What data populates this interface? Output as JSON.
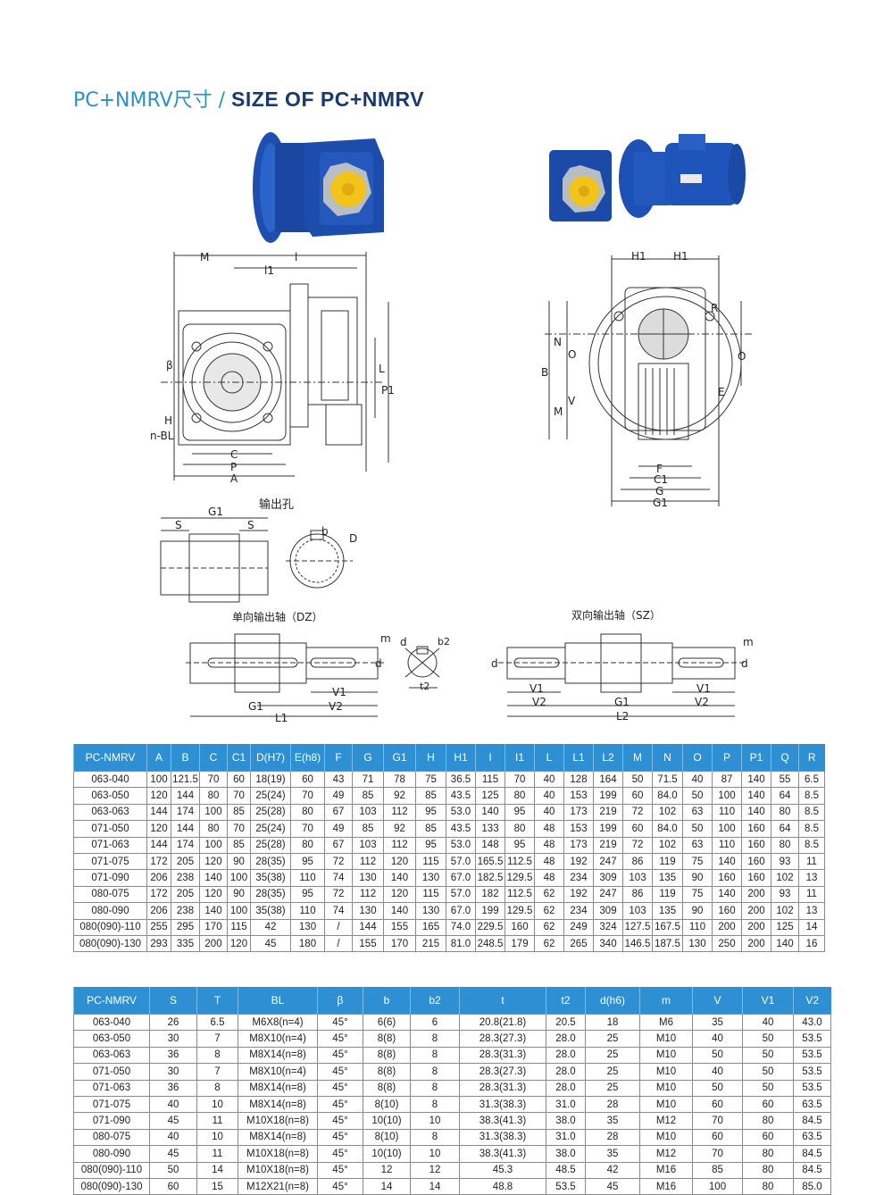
{
  "title": {
    "cn": "PC+NMRV尺寸 / ",
    "en": "SIZE OF PC+NMRV"
  },
  "labels": {
    "output_hole": "输出孔",
    "single_shaft": "单向输出轴（DZ）",
    "double_shaft": "双向输出轴（SZ）"
  },
  "dim_labels": {
    "M": "M",
    "l": "l",
    "l1": "l1",
    "beta": "β",
    "L": "L",
    "P1": "P1",
    "H": "H",
    "nBL": "n-BL",
    "C": "C",
    "P": "P",
    "A": "A",
    "H1a": "H1",
    "H1b": "H1",
    "R": "R",
    "N": "N",
    "O": "O",
    "B": "B",
    "V": "V",
    "Mb": "M",
    "E": "E",
    "Ob": "O",
    "F": "F",
    "C1": "C1",
    "G": "G",
    "G1": "G1",
    "G1b": "G1",
    "S1": "S",
    "S2": "S",
    "b": "b",
    "D": "D",
    "m1": "m",
    "d1": "d",
    "V1a": "V1",
    "V2a": "V2",
    "G1c": "G1",
    "L1": "L1",
    "dx": "d",
    "b2": "b2",
    "t2": "t2",
    "m2": "m",
    "d2": "d",
    "V1b": "V1",
    "V2b": "V2",
    "G1d": "G1",
    "L2": "L2",
    "V1c": "V1",
    "V2c": "V2",
    "d3": "d"
  },
  "table1": {
    "headers": [
      "PC-NMRV",
      "A",
      "B",
      "C",
      "C1",
      "D(H7)",
      "E(h8)",
      "F",
      "G",
      "G1",
      "H",
      "H1",
      "I",
      "I1",
      "L",
      "L1",
      "L2",
      "M",
      "N",
      "O",
      "P",
      "P1",
      "Q",
      "R"
    ],
    "rows": [
      [
        "063-040",
        "100",
        "121.5",
        "70",
        "60",
        "18(19)",
        "60",
        "43",
        "71",
        "78",
        "75",
        "36.5",
        "115",
        "70",
        "40",
        "128",
        "164",
        "50",
        "71.5",
        "40",
        "87",
        "140",
        "55",
        "6.5"
      ],
      [
        "063-050",
        "120",
        "144",
        "80",
        "70",
        "25(24)",
        "70",
        "49",
        "85",
        "92",
        "85",
        "43.5",
        "125",
        "80",
        "40",
        "153",
        "199",
        "60",
        "84.0",
        "50",
        "100",
        "140",
        "64",
        "8.5"
      ],
      [
        "063-063",
        "144",
        "174",
        "100",
        "85",
        "25(28)",
        "80",
        "67",
        "103",
        "112",
        "95",
        "53.0",
        "140",
        "95",
        "40",
        "173",
        "219",
        "72",
        "102",
        "63",
        "110",
        "140",
        "80",
        "8.5"
      ],
      [
        "071-050",
        "120",
        "144",
        "80",
        "70",
        "25(24)",
        "70",
        "49",
        "85",
        "92",
        "85",
        "43.5",
        "133",
        "80",
        "48",
        "153",
        "199",
        "60",
        "84.0",
        "50",
        "100",
        "160",
        "64",
        "8.5"
      ],
      [
        "071-063",
        "144",
        "174",
        "100",
        "85",
        "25(28)",
        "80",
        "67",
        "103",
        "112",
        "95",
        "53.0",
        "148",
        "95",
        "48",
        "173",
        "219",
        "72",
        "102",
        "63",
        "110",
        "160",
        "80",
        "8.5"
      ],
      [
        "071-075",
        "172",
        "205",
        "120",
        "90",
        "28(35)",
        "95",
        "72",
        "112",
        "120",
        "115",
        "57.0",
        "165.5",
        "112.5",
        "48",
        "192",
        "247",
        "86",
        "119",
        "75",
        "140",
        "160",
        "93",
        "11"
      ],
      [
        "071-090",
        "206",
        "238",
        "140",
        "100",
        "35(38)",
        "110",
        "74",
        "130",
        "140",
        "130",
        "67.0",
        "182.5",
        "129.5",
        "48",
        "234",
        "309",
        "103",
        "135",
        "90",
        "160",
        "160",
        "102",
        "13"
      ],
      [
        "080-075",
        "172",
        "205",
        "120",
        "90",
        "28(35)",
        "95",
        "72",
        "112",
        "120",
        "115",
        "57.0",
        "182",
        "112.5",
        "62",
        "192",
        "247",
        "86",
        "119",
        "75",
        "140",
        "200",
        "93",
        "11"
      ],
      [
        "080-090",
        "206",
        "238",
        "140",
        "100",
        "35(38)",
        "110",
        "74",
        "130",
        "140",
        "130",
        "67.0",
        "199",
        "129.5",
        "62",
        "234",
        "309",
        "103",
        "135",
        "90",
        "160",
        "200",
        "102",
        "13"
      ],
      [
        "080(090)-110",
        "255",
        "295",
        "170",
        "115",
        "42",
        "130",
        "/",
        "144",
        "155",
        "165",
        "74.0",
        "229.5",
        "160",
        "62",
        "249",
        "324",
        "127.5",
        "167.5",
        "110",
        "200",
        "200",
        "125",
        "14"
      ],
      [
        "080(090)-130",
        "293",
        "335",
        "200",
        "120",
        "45",
        "180",
        "/",
        "155",
        "170",
        "215",
        "81.0",
        "248.5",
        "179",
        "62",
        "265",
        "340",
        "146.5",
        "187.5",
        "130",
        "250",
        "200",
        "140",
        "16"
      ]
    ]
  },
  "table2": {
    "headers": [
      "PC-NMRV",
      "S",
      "T",
      "BL",
      "β",
      "b",
      "b2",
      "t",
      "t2",
      "d(h6)",
      "m",
      "V",
      "V1",
      "V2"
    ],
    "rows": [
      [
        "063-040",
        "26",
        "6.5",
        "M6X8(n=4)",
        "45°",
        "6(6)",
        "6",
        "20.8(21.8)",
        "20.5",
        "18",
        "M6",
        "35",
        "40",
        "43.0"
      ],
      [
        "063-050",
        "30",
        "7",
        "M8X10(n=4)",
        "45°",
        "8(8)",
        "8",
        "28.3(27.3)",
        "28.0",
        "25",
        "M10",
        "40",
        "50",
        "53.5"
      ],
      [
        "063-063",
        "36",
        "8",
        "M8X14(n=8)",
        "45°",
        "8(8)",
        "8",
        "28.3(31.3)",
        "28.0",
        "25",
        "M10",
        "50",
        "50",
        "53.5"
      ],
      [
        "071-050",
        "30",
        "7",
        "M8X10(n=4)",
        "45°",
        "8(8)",
        "8",
        "28.3(27.3)",
        "28.0",
        "25",
        "M10",
        "40",
        "50",
        "53.5"
      ],
      [
        "071-063",
        "36",
        "8",
        "M8X14(n=8)",
        "45°",
        "8(8)",
        "8",
        "28.3(31.3)",
        "28.0",
        "25",
        "M10",
        "50",
        "50",
        "53.5"
      ],
      [
        "071-075",
        "40",
        "10",
        "M8X14(n=8)",
        "45°",
        "8(10)",
        "8",
        "31.3(38.3)",
        "31.0",
        "28",
        "M10",
        "60",
        "60",
        "63.5"
      ],
      [
        "071-090",
        "45",
        "11",
        "M10X18(n=8)",
        "45°",
        "10(10)",
        "10",
        "38.3(41.3)",
        "38.0",
        "35",
        "M12",
        "70",
        "80",
        "84.5"
      ],
      [
        "080-075",
        "40",
        "10",
        "M8X14(n=8)",
        "45°",
        "8(10)",
        "8",
        "31.3(38.3)",
        "31.0",
        "28",
        "M10",
        "60",
        "60",
        "63.5"
      ],
      [
        "080-090",
        "45",
        "11",
        "M10X18(n=8)",
        "45°",
        "10(10)",
        "10",
        "38.3(41.3)",
        "38.0",
        "35",
        "M12",
        "70",
        "80",
        "84.5"
      ],
      [
        "080(090)-110",
        "50",
        "14",
        "M10X18(n=8)",
        "45°",
        "12",
        "12",
        "45.3",
        "48.5",
        "42",
        "M16",
        "85",
        "80",
        "84.5"
      ],
      [
        "080(090)-130",
        "60",
        "15",
        "M12X21(n=8)",
        "45°",
        "14",
        "14",
        "48.8",
        "53.5",
        "45",
        "M16",
        "100",
        "80",
        "85.0"
      ]
    ]
  },
  "colors": {
    "header_bg": "#2e8fd3",
    "title_cn": "#2a8fd0",
    "title_en": "#1a3a6e"
  }
}
